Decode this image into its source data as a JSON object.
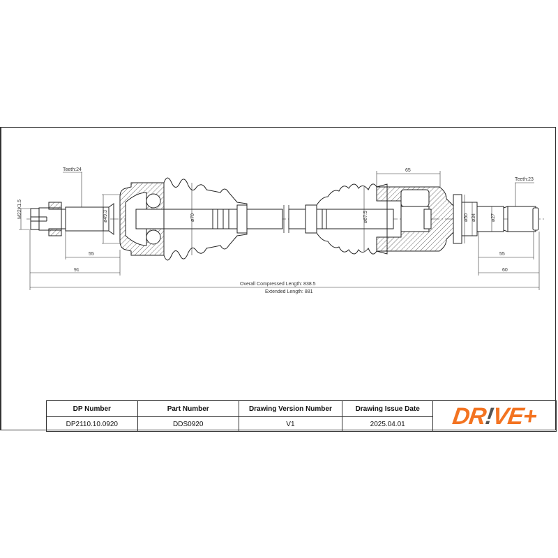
{
  "drawing": {
    "left_end": {
      "thread_label": "M22X1.5",
      "teeth_label": "Teeth:24",
      "diameter_label": "ø49.3",
      "dim_spline_length": "55",
      "dim_total_length": "91"
    },
    "left_joint": {
      "boot_diameter_label": "ø70"
    },
    "right_joint": {
      "boot_diameter_label": "ø67.5",
      "housing_dim": "65"
    },
    "right_end": {
      "teeth_label": "Teeth:23",
      "diameter_labels": [
        "ø50",
        "ø34",
        "ø27"
      ],
      "dim_spline_length": "55",
      "dim_total_length": "60"
    },
    "overall": {
      "compressed_length_label": "Overall  Compressed  Length: 838.5",
      "extended_length_label": "Extended  Length: 881"
    }
  },
  "title_block": {
    "headers": [
      "DP Number",
      "Part Number",
      "Drawing Version Number",
      "Drawing Issue Date"
    ],
    "values": [
      "DP2110.10.0920",
      "DDS0920",
      "V1",
      "2025.04.01"
    ],
    "logo": {
      "part1": "DR",
      "excl": "!",
      "part2": "VE+",
      "brand_color": "#f37321",
      "excl_color": "#555555"
    }
  }
}
